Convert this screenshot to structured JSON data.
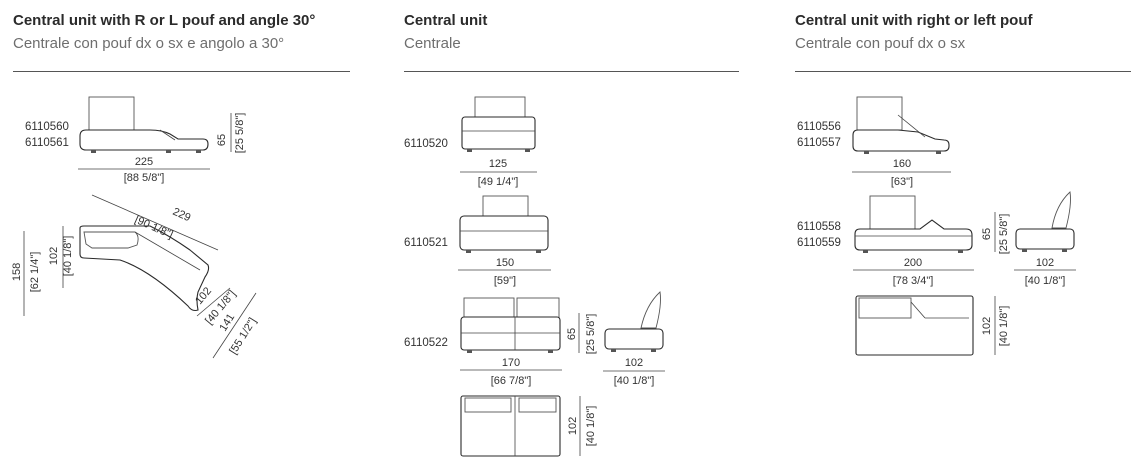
{
  "sections": [
    {
      "title": "Central unit with R or L pouf and angle 30°",
      "subtitle": "Centrale con pouf dx o sx e angolo a 30°",
      "codes": [
        "6110560",
        "6110561"
      ],
      "dims": {
        "height": "65",
        "height_in": "[25 5/8\"]",
        "width": "225",
        "width_in": "[88 5/8\"]",
        "diagonal": "229",
        "diagonal_in": "[90 1/8\"]",
        "depth_total": "158",
        "depth_total_in": "[62 1/4\"]",
        "depth": "102",
        "depth_in": "[40 1/8\"]",
        "side_depth": "102",
        "side_depth_in": "[40 1/8\"]",
        "side_length": "141",
        "side_length_in": "[55 1/2\"]"
      }
    },
    {
      "title": "Central unit",
      "subtitle": "Centrale",
      "items": [
        {
          "code": "6110520",
          "width": "125",
          "width_in": "[49 1/4\"]"
        },
        {
          "code": "6110521",
          "width": "150",
          "width_in": "[59\"]"
        },
        {
          "code": "6110522",
          "width": "170",
          "width_in": "[66 7/8\"]"
        }
      ],
      "dims": {
        "height": "65",
        "height_in": "[25 5/8\"]",
        "side_depth": "102",
        "side_depth_in": "[40 1/8\"]",
        "plan_depth": "102",
        "plan_depth_in": "[40 1/8\"]"
      }
    },
    {
      "title": "Central unit with right or left pouf",
      "subtitle": "Centrale con pouf dx o sx",
      "items": [
        {
          "codes": [
            "6110556",
            "6110557"
          ],
          "width": "160",
          "width_in": "[63\"]"
        },
        {
          "codes": [
            "6110558",
            "6110559"
          ],
          "width": "200",
          "width_in": "[78 3/4\"]"
        }
      ],
      "dims": {
        "height": "65",
        "height_in": "[25 5/8\"]",
        "side_depth": "102",
        "side_depth_in": "[40 1/8\"]",
        "plan_depth": "102",
        "plan_depth_in": "[40 1/8\"]"
      }
    }
  ]
}
